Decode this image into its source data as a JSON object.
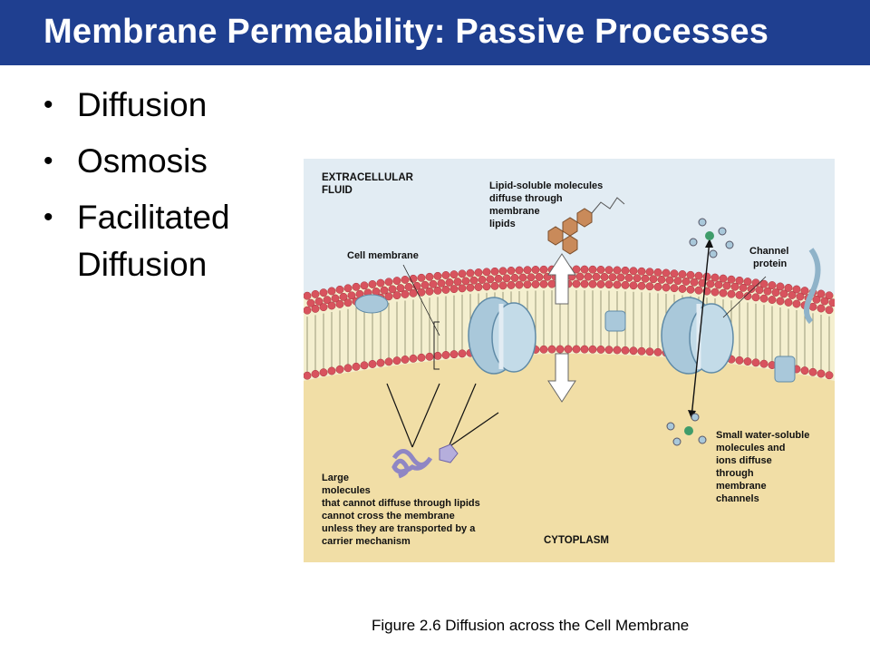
{
  "slide": {
    "title": "Membrane Permeability: Passive Processes",
    "bullets": [
      "Diffusion",
      "Osmosis",
      "Facilitated Diffusion"
    ],
    "bullet_glyph": "•",
    "caption": "Figure 2.6  Diffusion across the Cell Membrane"
  },
  "figure": {
    "extracellular_label": [
      "EXTRACELLULAR",
      "FLUID"
    ],
    "lipid_soluble_label": [
      "Lipid-soluble molecules",
      "diffuse through",
      "membrane",
      "lipids"
    ],
    "cell_membrane_label": "Cell membrane",
    "channel_protein_label": [
      "Channel",
      "protein"
    ],
    "small_molecules_label": [
      "Small water-soluble",
      "molecules and",
      "ions diffuse",
      "through",
      "membrane",
      "channels"
    ],
    "large_molecules_label": [
      "Large",
      "molecules",
      "that cannot diffuse through lipids",
      "cannot cross the membrane",
      "unless they are transported by a",
      "carrier mechanism"
    ],
    "cytoplasm_label": "CYTOPLASM"
  },
  "colors": {
    "title_bar": "#1f3f90",
    "extracellular": "#e2ecf3",
    "cytoplasm": "#f1dea6",
    "lipid_head": "#d8535e",
    "protein": "#a9c8da",
    "molecule_brown": "#c98a5a"
  }
}
